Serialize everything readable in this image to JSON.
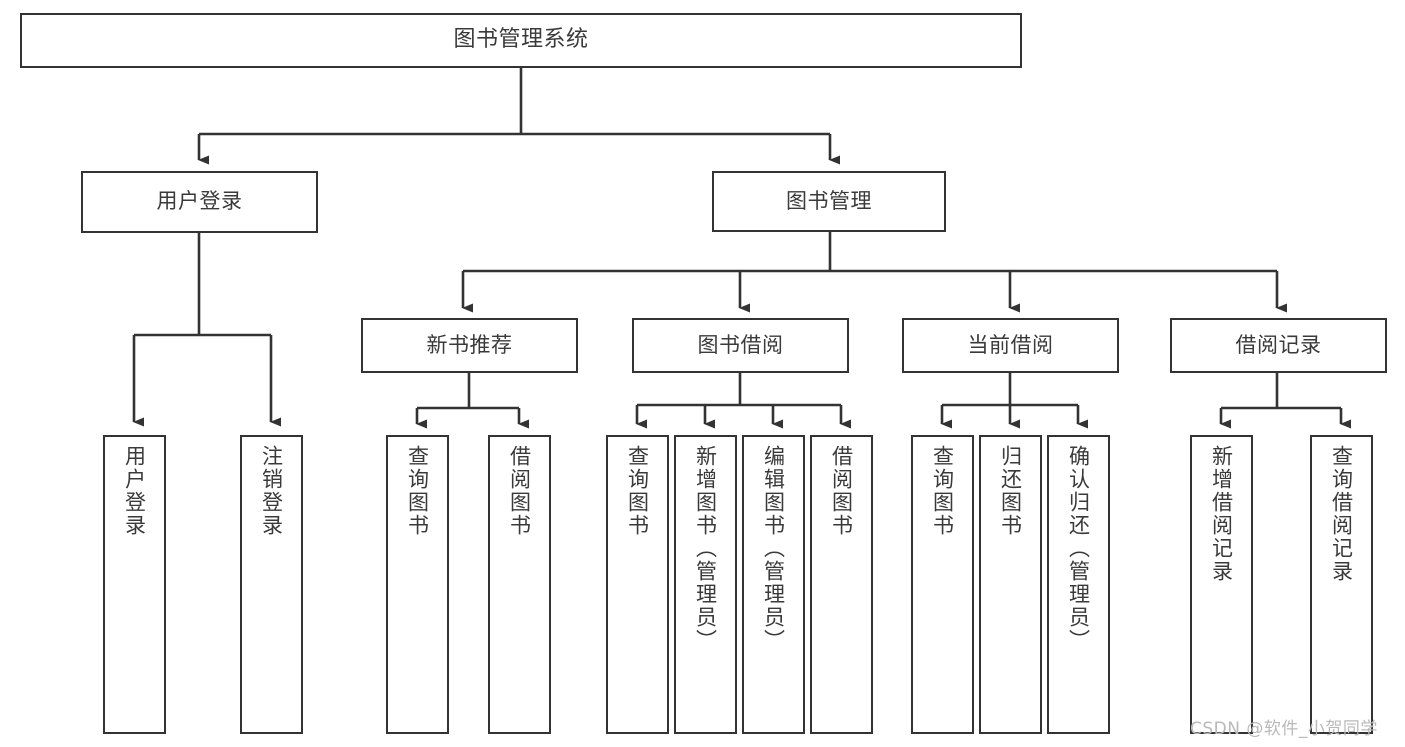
{
  "diagram": {
    "title": "图书管理系统",
    "type": "tree",
    "orientation": "top-down",
    "colors": {
      "background": "#ffffff",
      "box_border": "#333333",
      "box_fill": "#ffffff",
      "text": "#3a3a3a",
      "connector": "#333333",
      "watermark": "#b9b9b9"
    },
    "watermark": "CSDN @软件_小贺同学",
    "levels": {
      "root": {
        "label": "图书管理系统"
      },
      "level2": [
        {
          "label": "用户登录"
        },
        {
          "label": "图书管理"
        }
      ],
      "level3": [
        {
          "label": "新书推荐"
        },
        {
          "label": "图书借阅"
        },
        {
          "label": "当前借阅"
        },
        {
          "label": "借阅记录"
        }
      ],
      "leaves": {
        "user_login": [
          {
            "label": "用户登录"
          },
          {
            "label": "注销登录"
          }
        ],
        "new_book_recommend": [
          {
            "label": "查询图书"
          },
          {
            "label": "借阅图书"
          }
        ],
        "book_borrow": [
          {
            "label": "查询图书"
          },
          {
            "label": "新增图书（管理员）"
          },
          {
            "label": "编辑图书（管理员）"
          },
          {
            "label": "借阅图书"
          }
        ],
        "current_borrow": [
          {
            "label": "查询图书"
          },
          {
            "label": "归还图书"
          },
          {
            "label": "确认归还（管理员）"
          }
        ],
        "borrow_record": [
          {
            "label": "新增借阅记录"
          },
          {
            "label": "查询借阅记录"
          }
        ]
      }
    }
  }
}
